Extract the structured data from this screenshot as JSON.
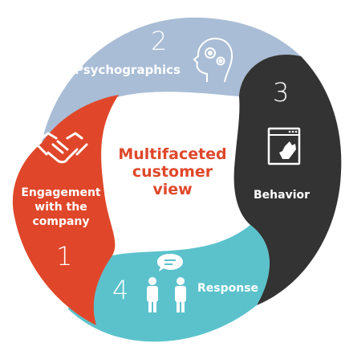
{
  "colors": {
    "psychographics": "#a9bdd6",
    "behavior": "#333333",
    "response": "#5bc2cc",
    "engagement": "#e0472a",
    "center_text": "#e0472a"
  },
  "center": {
    "line1": "Multifaceted",
    "line2": "customer",
    "line3": "view"
  },
  "segments": {
    "psychographics": {
      "number": "2",
      "label": "Psychographics",
      "icon": "head-gears-icon"
    },
    "behavior": {
      "number": "3",
      "label": "Behavior",
      "icon": "browser-click-icon"
    },
    "response": {
      "number": "4",
      "label": "Response",
      "icon": "people-speech-icon"
    },
    "engagement": {
      "number": "1",
      "label_line1": "Engagement",
      "label_line2": "with the",
      "label_line3": "company",
      "icon": "handshake-icon"
    }
  }
}
